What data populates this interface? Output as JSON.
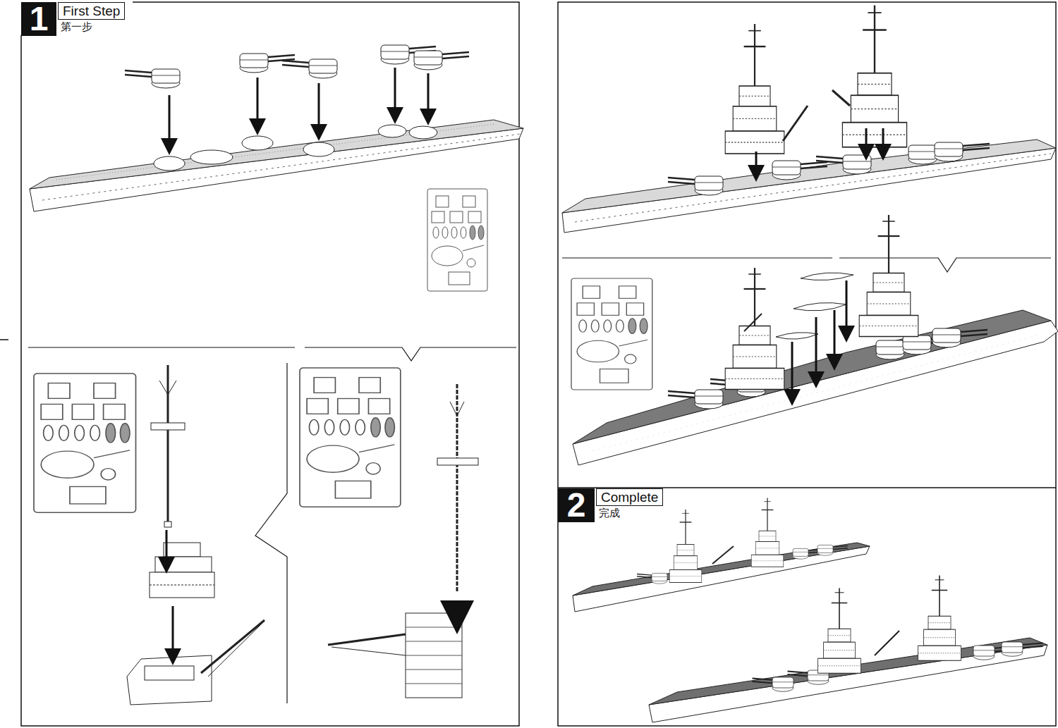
{
  "diagram": {
    "nodes": [
      {
        "text": [
          "1"
        ]
      },
      {
        "text": [
          "First Step",
          "第一步"
        ]
      },
      {
        "text": [
          "2"
        ]
      },
      {
        "text": [
          "Complete",
          "完成"
        ]
      }
    ]
  }
}
